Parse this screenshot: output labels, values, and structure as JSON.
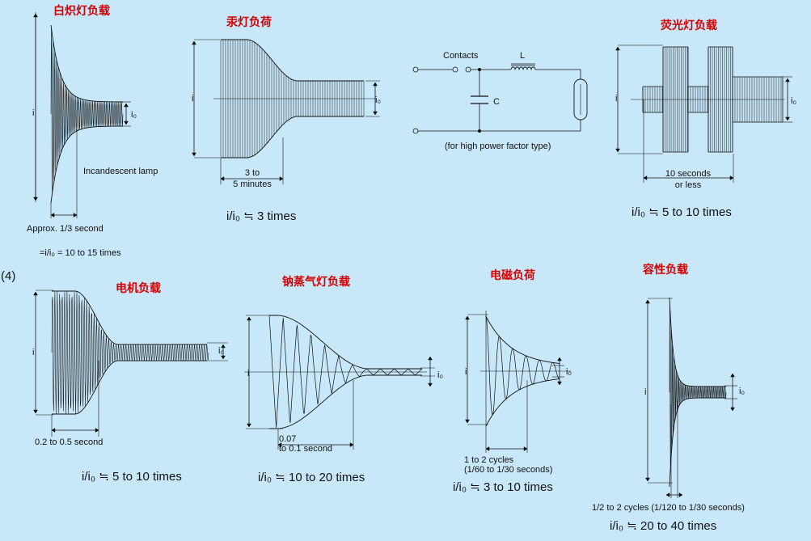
{
  "section_number": "(4)",
  "panels": {
    "incandescent": {
      "title": "白炽灯负载",
      "i_label": "i",
      "io_label": "i₀",
      "lamp_label": "Incandescent lamp",
      "time_label": "Approx. 1/3 second",
      "ratio": "=i/i₀ = 10 to 15 times"
    },
    "mercury": {
      "title": "汞灯负荷",
      "i_label": "i",
      "io_label": "i₀",
      "time_line1": "3 to",
      "time_line2": "5 minutes",
      "ratio": "i/i₀ ≒ 3 times"
    },
    "circuit": {
      "contacts_label": "Contacts",
      "inductor_label": "L",
      "capacitor_label": "C",
      "note": "(for high power factor type)"
    },
    "fluorescent": {
      "title": "荧光灯负载",
      "i_label": "i",
      "io_label": "i₀",
      "time_line1": "10 seconds",
      "time_line2": "or less",
      "ratio": "i/i₀ ≒ 5 to 10 times"
    },
    "motor": {
      "title": "电机负载",
      "i_label": "i",
      "io_label": "i₀",
      "time_label": "0.2 to 0.5 second",
      "ratio": "i/i₀ ≒ 5 to 10 times"
    },
    "sodium": {
      "title": "钠蒸气灯负载",
      "i_label": "i",
      "io_label": "i₀",
      "time_line1": "0.07",
      "time_line2": "to 0.1 second",
      "ratio": "i/i₀ ≒ 10 to 20 times"
    },
    "solenoid": {
      "title": "电磁负荷",
      "i_label": "i",
      "io_label": "i₀",
      "time_line1": "1 to 2 cycles",
      "time_line2": "(1/60 to 1/30 seconds)",
      "ratio": "i/i₀ ≒ 3 to 10 times"
    },
    "capacitive": {
      "title": "容性负载",
      "i_label": "i",
      "io_label": "i₀",
      "time_label": "1/2 to 2 cycles (1/120 to 1/30 seconds)",
      "ratio": "i/i₀ ≒ 20 to 40 times"
    }
  },
  "colors": {
    "background": "#c8e8fa",
    "title_red": "#d40000",
    "ink": "#111111"
  }
}
